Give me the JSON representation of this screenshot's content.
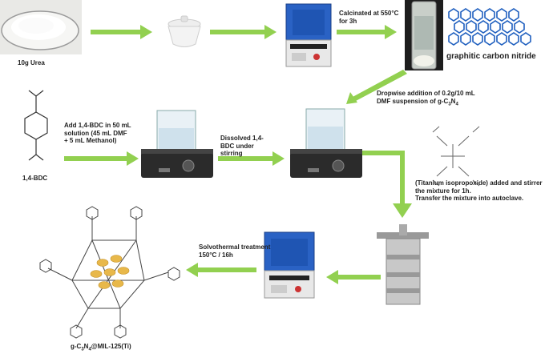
{
  "labels": {
    "urea": "10g Urea",
    "calcined": "Calcinated at 550°C for 3h",
    "gcn": "graphitic carbon nitride",
    "dropwise_1": "Dropwise addition of 0.2g/10 mL",
    "dropwise_2": "DMF suspension of g-C",
    "dropwise_sub3": "3",
    "dropwise_n": "N",
    "dropwise_sub4": "4",
    "bdc_name": "1,4-BDC",
    "add_bdc": "Add 1,4-BDC in 50 mL solution (45 mL DMF + 5 mL Methanol)",
    "dissolved": "Dissolved 1,4-BDC under stirring",
    "titanium_1": "(Titanium isopropoxide) added and stirrer",
    "titanium_2": "the mixture for 1h.",
    "titanium_3": "Transfer the mixture into autoclave.",
    "solvo_1": "Solvothermal treatment",
    "solvo_2": "150°C / 16h",
    "product_a": "g-C",
    "product_sub3": "3",
    "product_n": "N",
    "product_sub4": "4",
    "product_b": "@MIL-125(Ti)"
  },
  "colors": {
    "arrow": "#92d050",
    "furnace_blue": "#1f5fbf",
    "gcn_blue": "#1f5fbf",
    "nanoparticle": "#e8b84a"
  }
}
